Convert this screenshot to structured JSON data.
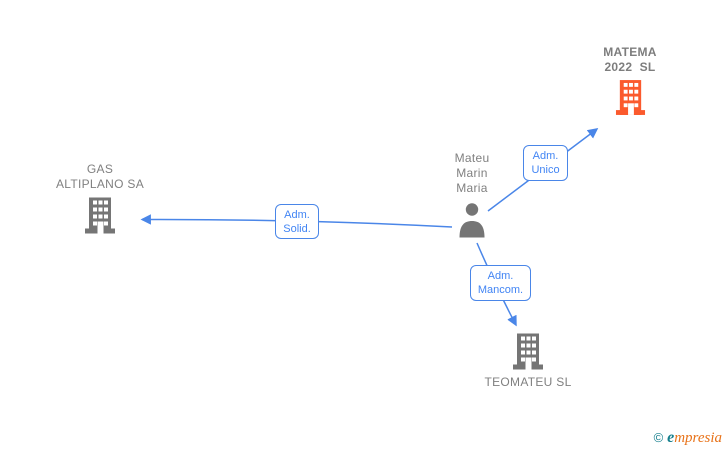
{
  "diagram_type": "corporate-relationship-graph",
  "colors": {
    "edge_blue": "#4a86e8",
    "edge_label_text_blue": "#4285f4",
    "node_icon_gray": "#757575",
    "node_text_gray": "#808080",
    "highlight_company_orange": "#fb5a2d",
    "brand_teal": "#157f8d",
    "brand_orange": "#e8731a"
  },
  "nodes": {
    "matema": {
      "type": "company",
      "highlighted": true,
      "lines": [
        "MATEMA",
        "2022  SL"
      ]
    },
    "gas": {
      "type": "company",
      "highlighted": false,
      "lines": [
        "GAS",
        "ALTIPLANO SA"
      ]
    },
    "person": {
      "type": "person",
      "lines": [
        "Mateu",
        "Marin",
        "Maria"
      ]
    },
    "teomateu": {
      "type": "company",
      "highlighted": false,
      "lines": [
        "TEOMATEU SL"
      ]
    }
  },
  "edge_labels": {
    "unico": {
      "lines": [
        "Adm.",
        "Unico"
      ]
    },
    "solid": {
      "lines": [
        "Adm.",
        "Solid."
      ]
    },
    "mancom": {
      "lines": [
        "Adm.",
        "Mancom."
      ]
    }
  },
  "edges": [
    {
      "from": "person",
      "to": "matema",
      "label": "Adm. Unico"
    },
    {
      "from": "person",
      "to": "gas",
      "label": "Adm. Solid."
    },
    {
      "from": "person",
      "to": "teomateu",
      "label": "Adm. Mancom."
    }
  ],
  "footer": {
    "copyright": "©",
    "brand_e": "e",
    "brand_rest": "mpresia"
  }
}
